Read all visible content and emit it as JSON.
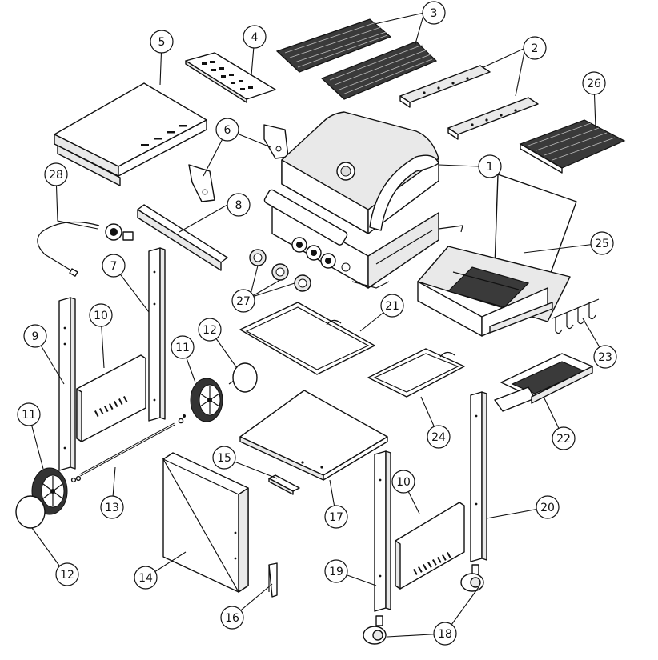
{
  "diagram": {
    "callouts": [
      {
        "id": "c1",
        "label": "1"
      },
      {
        "id": "c2",
        "label": "2"
      },
      {
        "id": "c3",
        "label": "3"
      },
      {
        "id": "c4",
        "label": "4"
      },
      {
        "id": "c5",
        "label": "5"
      },
      {
        "id": "c6",
        "label": "6"
      },
      {
        "id": "c7",
        "label": "7"
      },
      {
        "id": "c8",
        "label": "8"
      },
      {
        "id": "c9",
        "label": "9"
      },
      {
        "id": "c10a",
        "label": "10"
      },
      {
        "id": "c10b",
        "label": "10"
      },
      {
        "id": "c11a",
        "label": "11"
      },
      {
        "id": "c11b",
        "label": "11"
      },
      {
        "id": "c12a",
        "label": "12"
      },
      {
        "id": "c12b",
        "label": "12"
      },
      {
        "id": "c13",
        "label": "13"
      },
      {
        "id": "c14",
        "label": "14"
      },
      {
        "id": "c15",
        "label": "15"
      },
      {
        "id": "c16",
        "label": "16"
      },
      {
        "id": "c17",
        "label": "17"
      },
      {
        "id": "c18",
        "label": "18"
      },
      {
        "id": "c19",
        "label": "19"
      },
      {
        "id": "c20",
        "label": "20"
      },
      {
        "id": "c21",
        "label": "21"
      },
      {
        "id": "c22",
        "label": "22"
      },
      {
        "id": "c23",
        "label": "23"
      },
      {
        "id": "c24",
        "label": "24"
      },
      {
        "id": "c25",
        "label": "25"
      },
      {
        "id": "c26",
        "label": "26"
      },
      {
        "id": "c27",
        "label": "27"
      },
      {
        "id": "c28",
        "label": "28"
      }
    ]
  }
}
